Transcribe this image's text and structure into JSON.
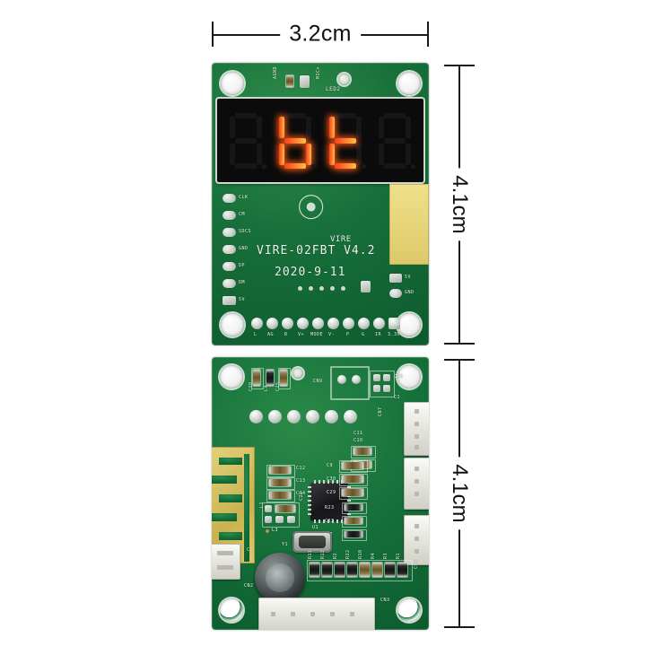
{
  "page": {
    "background": "#ffffff",
    "title": "VIRE-02FBT V4.2 bluetooth audio board front and back views with dimensions"
  },
  "dimensions": {
    "width_label": "3.2cm",
    "height_label_top": "4.1cm",
    "height_label_bottom": "4.1cm"
  },
  "front_board": {
    "name": "front-view",
    "pcb_color": "#17703a",
    "display": {
      "type": "4-digit-7-segment",
      "color": "#ff4a14",
      "digits": [
        {
          "char": "8",
          "lit": false
        },
        {
          "char": "b",
          "lit": true
        },
        {
          "char": "t",
          "lit": true
        },
        {
          "char": "8",
          "lit": false
        }
      ],
      "text": "bt"
    },
    "top_labels": [
      {
        "text": "AGND"
      },
      {
        "text": "MIC+"
      },
      {
        "text": "LED2"
      }
    ],
    "silkscreen": {
      "part_number": "VIRE-02FBT  V4.2",
      "date_code": "2020-9-11",
      "brand": "VIRE"
    },
    "left_pads": [
      {
        "label": "CLK"
      },
      {
        "label": "CM"
      },
      {
        "label": "SDCS"
      },
      {
        "label": "GND"
      },
      {
        "label": "DP"
      },
      {
        "label": "DM"
      },
      {
        "label": "5V"
      }
    ],
    "right_pads": [
      {
        "label": "5V"
      },
      {
        "label": "GND"
      }
    ],
    "bottom_pads": [
      {
        "label": "L"
      },
      {
        "label": "AG"
      },
      {
        "label": "R"
      },
      {
        "label": "V+"
      },
      {
        "label": "MODE"
      },
      {
        "label": "V-"
      },
      {
        "label": "P"
      },
      {
        "label": "G"
      },
      {
        "label": "IR"
      },
      {
        "label": "3.3V"
      }
    ]
  },
  "back_board": {
    "name": "back-view",
    "pcb_color": "#15703a",
    "components": [
      {
        "ref": "C28"
      },
      {
        "ref": "L4"
      },
      {
        "ref": "C25"
      },
      {
        "ref": "CN9"
      },
      {
        "ref": "CN8"
      },
      {
        "ref": "C1"
      },
      {
        "ref": "CN7"
      },
      {
        "ref": "C11"
      },
      {
        "ref": "C10"
      },
      {
        "ref": "C12"
      },
      {
        "ref": "C13"
      },
      {
        "ref": "C14"
      },
      {
        "ref": "C22"
      },
      {
        "ref": "L1"
      },
      {
        "ref": "L3"
      },
      {
        "ref": "U1"
      },
      {
        "ref": "Y1"
      },
      {
        "ref": "C2"
      },
      {
        "ref": "C9"
      },
      {
        "ref": "C30"
      },
      {
        "ref": "C29"
      },
      {
        "ref": "R23"
      },
      {
        "ref": "C23"
      },
      {
        "ref": "R7"
      },
      {
        "ref": "CN4"
      },
      {
        "ref": "CN2"
      },
      {
        "ref": "CN3"
      }
    ],
    "resistor_bank": [
      {
        "ref": "R11"
      },
      {
        "ref": "R12"
      },
      {
        "ref": "R2"
      },
      {
        "ref": "R22"
      },
      {
        "ref": "R10"
      },
      {
        "ref": "R4"
      },
      {
        "ref": "R3"
      },
      {
        "ref": "R1"
      }
    ],
    "antenna": {
      "name": "pcb-bluetooth-antenna",
      "color": "#d9c76a"
    }
  }
}
